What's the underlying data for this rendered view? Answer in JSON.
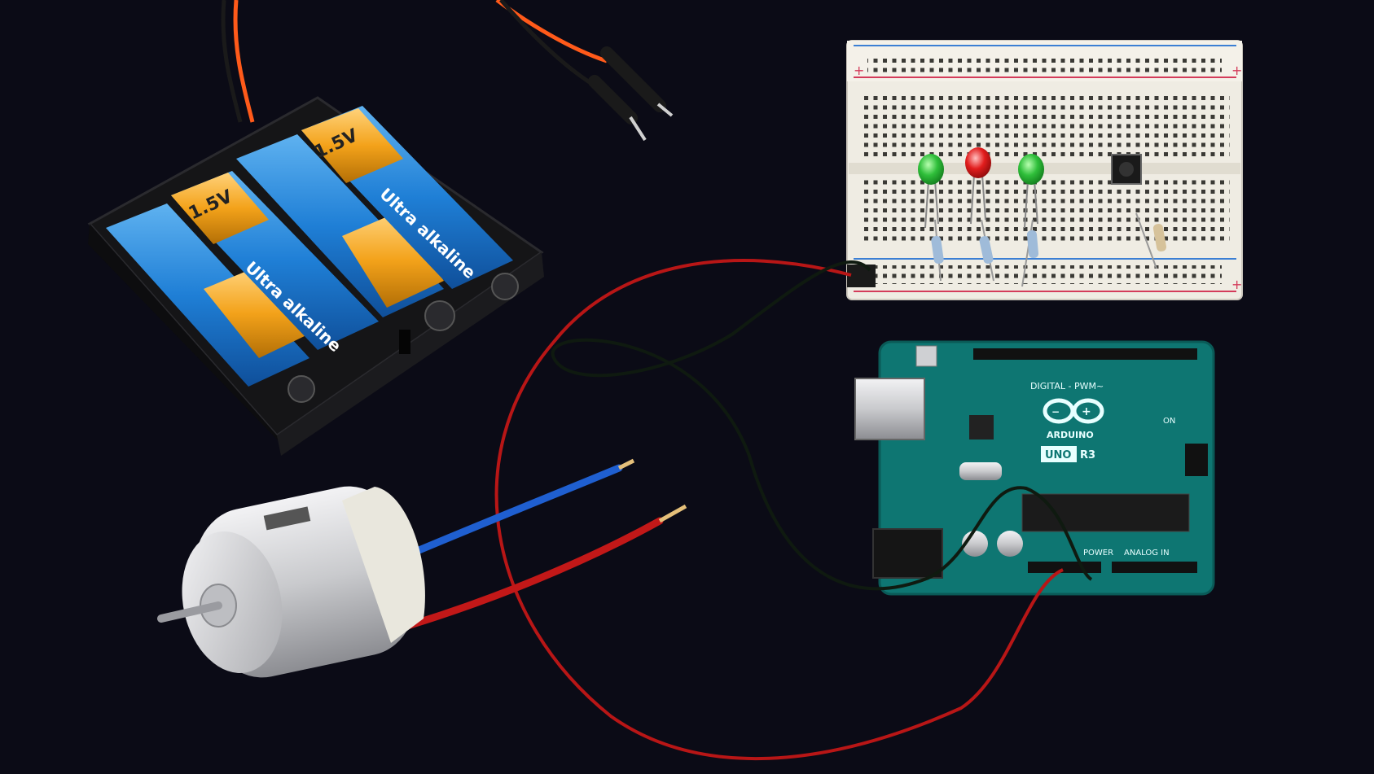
{
  "battery": {
    "voltage_label": "1.5V",
    "brand_label": "Ultra alkaline",
    "cell_color": "#1f7fd6",
    "band_color": "#f3a21a"
  },
  "arduino": {
    "logo_text": "ARDUINO",
    "model_label": "UNO",
    "revision_label": "R3",
    "digital_label": "DIGITAL - PWM~",
    "power_label": "POWER",
    "analog_label": "ANALOG IN",
    "on_label": "ON",
    "board_color": "#0e7672"
  },
  "breadboard": {
    "plus_label": "+",
    "minus_label": "−",
    "led_colors": [
      "#2fbf3a",
      "#e21d1d",
      "#2fbf3a"
    ]
  },
  "wires": {
    "red": "#c21818",
    "black": "#111111",
    "blue": "#1f5fd0",
    "orange": "#ff5a1a"
  },
  "icons": {
    "motor": "dc-motor-icon",
    "battery_holder": "battery-holder-icon",
    "board": "arduino-board-icon",
    "breadboard": "breadboard-icon"
  }
}
